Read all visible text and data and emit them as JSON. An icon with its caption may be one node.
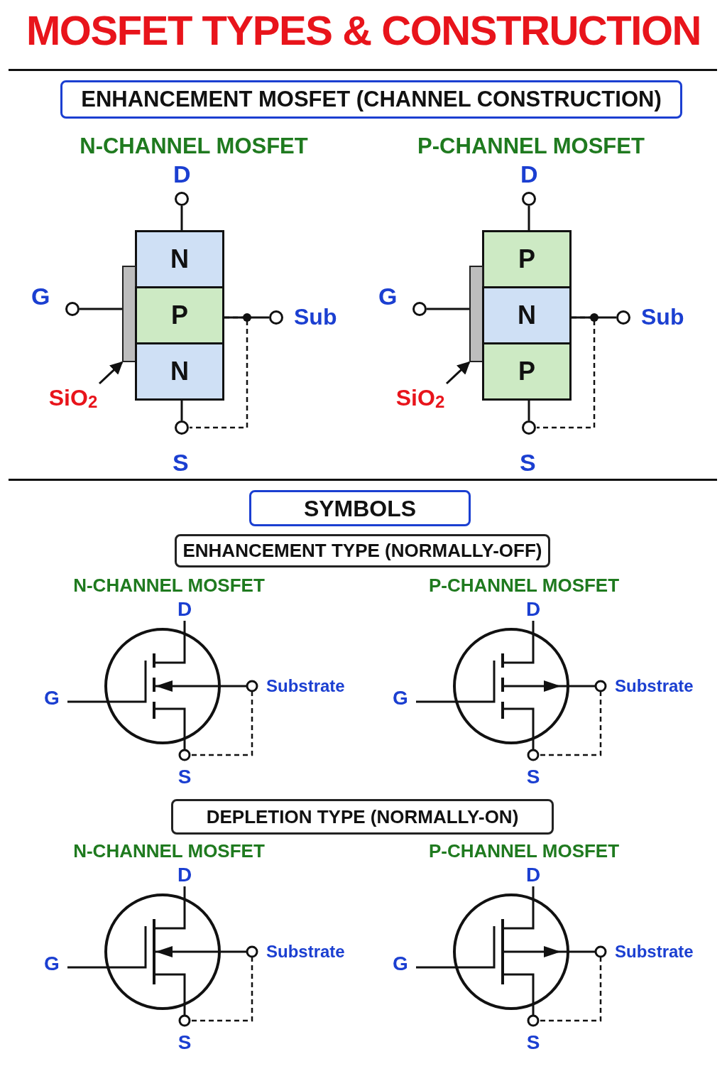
{
  "diagram": {
    "title": "MOSFET TYPES & CONSTRUCTION",
    "nodes": [
      {
        "text": [
          "ENHANCEMENT MOSFET (CHANNEL CONSTRUCTION)"
        ]
      },
      {
        "text": [
          "D"
        ]
      },
      {
        "text": [
          "N"
        ]
      },
      {
        "text": [
          "G"
        ]
      },
      {
        "text": [],
        "shape": "bar"
      },
      {
        "text": [
          "P"
        ]
      },
      {
        "text": [
          "Sub"
        ]
      },
      {
        "text": [
          "N"
        ]
      },
      {
        "text": [
          "SiO$_{2}$"
        ]
      },
      {
        "text": [
          "S"
        ]
      },
      {
        "text": [
          "D"
        ]
      },
      {
        "text": [
          "P"
        ]
      },
      {
        "text": [
          "G"
        ]
      },
      {
        "text": [],
        "shape": "bar"
      },
      {
        "text": [
          "N"
        ]
      },
      {
        "text": [
          "Sub"
        ]
      },
      {
        "text": [
          "P"
        ]
      },
      {
        "text": [
          "SiO$_{2}$"
        ]
      },
      {
        "text": [
          "S"
        ]
      },
      {
        "text": [
          "SYMBOLS"
        ]
      },
      {
        "text": [
          "ENHANCEMENT TYPE (NORMALLY-OFF)"
        ]
      },
      {
        "text": [
          "DEPLETION TYPE (NORMALLY-ON)"
        ]
      }
    ],
    "edges": [
      {
        "from": 1,
        "to": 2,
        "arrow": "none"
      },
      {
        "from": 3,
        "to": 4,
        "arrow": "none"
      },
      {
        "from": 6,
        "to": 5,
        "arrow": "none"
      },
      {
        "from": 7,
        "to": 9,
        "arrow": "none"
      },
      {
        "from": 5,
        "to": 9,
        "arrow": "none",
        "style": "dashed"
      },
      {
        "from": 8,
        "to": 4,
        "arrow": "to"
      },
      {
        "from": 10,
        "to": 11,
        "arrow": "none"
      },
      {
        "from": 12,
        "to": 13,
        "arrow": "none"
      },
      {
        "from": 15,
        "to": 14,
        "arrow": "none"
      },
      {
        "from": 16,
        "to": 18,
        "arrow": "none"
      },
      {
        "from": 14,
        "to": 18,
        "arrow": "none",
        "style": "dashed"
      },
      {
        "from": 17,
        "to": 13,
        "arrow": "to"
      }
    ],
    "labels": [
      "N-CHANNEL MOSFET",
      "P-CHANNEL MOSFET",
      "N-CHANNEL MOSFET",
      "D",
      "G",
      "Substrate",
      "S",
      "P-CHANNEL MOSFET",
      "D",
      "G",
      "Substrate",
      "S",
      "N-CHANNEL MOSFET",
      "D",
      "G",
      "Substrate",
      "S",
      "P-CHANNEL MOSFET",
      "D",
      "G",
      "Substrate",
      "S"
    ]
  }
}
